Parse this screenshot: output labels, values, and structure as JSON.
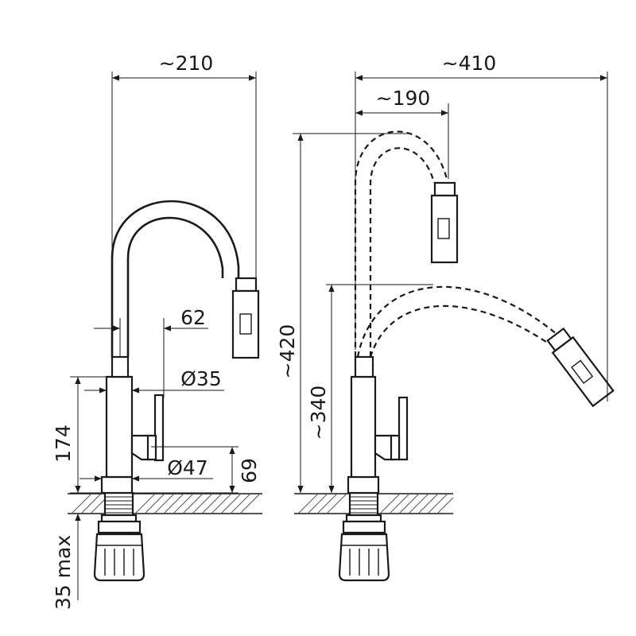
{
  "dimensions": {
    "front_width": "~210",
    "spout_offset": "62",
    "diameter_upper": "Ø35",
    "diameter_lower": "Ø47",
    "height_body": "174",
    "height_lever": "69",
    "mount_max": "35 max",
    "side_reach": "~410",
    "side_reach_upper": "~190",
    "side_height_total": "~420",
    "side_height_spout": "~340"
  },
  "colors": {
    "line": "#1a1a1a",
    "background": "#ffffff",
    "hatch": "#555555"
  }
}
